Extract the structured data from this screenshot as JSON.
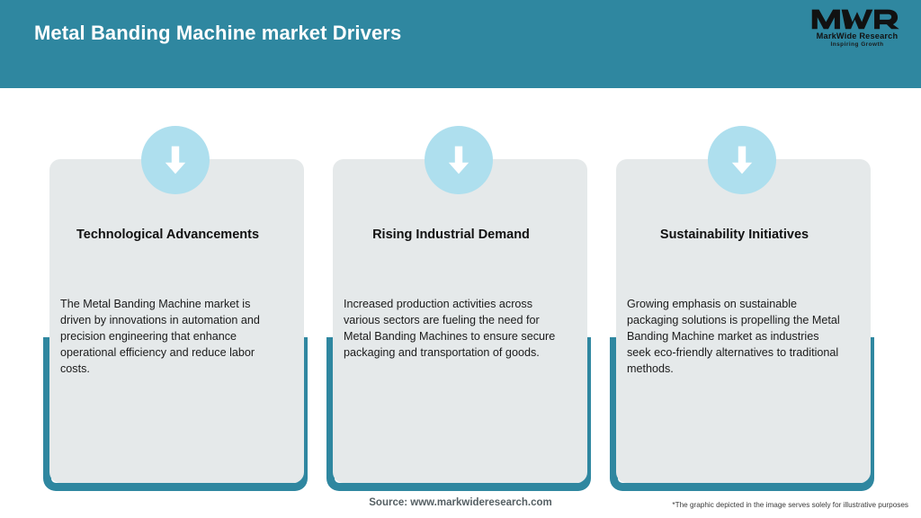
{
  "header": {
    "title": "Metal Banding Machine market Drivers",
    "background_color": "#2f87a0",
    "title_color": "#ffffff"
  },
  "logo": {
    "mark": "MWR",
    "name": "MarkWide Research",
    "tagline": "Inspiring Growth"
  },
  "theme": {
    "accent_color": "#2f87a0",
    "icon_circle_color": "#aedfee",
    "card_background": "#e5e9ea",
    "page_background": "#ffffff"
  },
  "cards": [
    {
      "icon": "arrow-down-icon",
      "title": "Technological Advancements",
      "text": "The Metal Banding Machine market is driven by innovations in automation and precision engineering that enhance operational efficiency and reduce labor costs."
    },
    {
      "icon": "arrow-down-icon",
      "title": "Rising Industrial Demand",
      "text": "Increased production activities across various sectors are fueling the need for Metal Banding Machines to ensure secure packaging and transportation of goods."
    },
    {
      "icon": "arrow-down-icon",
      "title": "Sustainability Initiatives",
      "text": "Growing emphasis on sustainable packaging solutions is propelling the Metal Banding Machine market as industries seek eco-friendly alternatives to traditional methods."
    }
  ],
  "footer": {
    "source": "Source: www.markwideresearch.com",
    "disclaimer": "*The graphic depicted in the image serves solely for illustrative purposes"
  }
}
